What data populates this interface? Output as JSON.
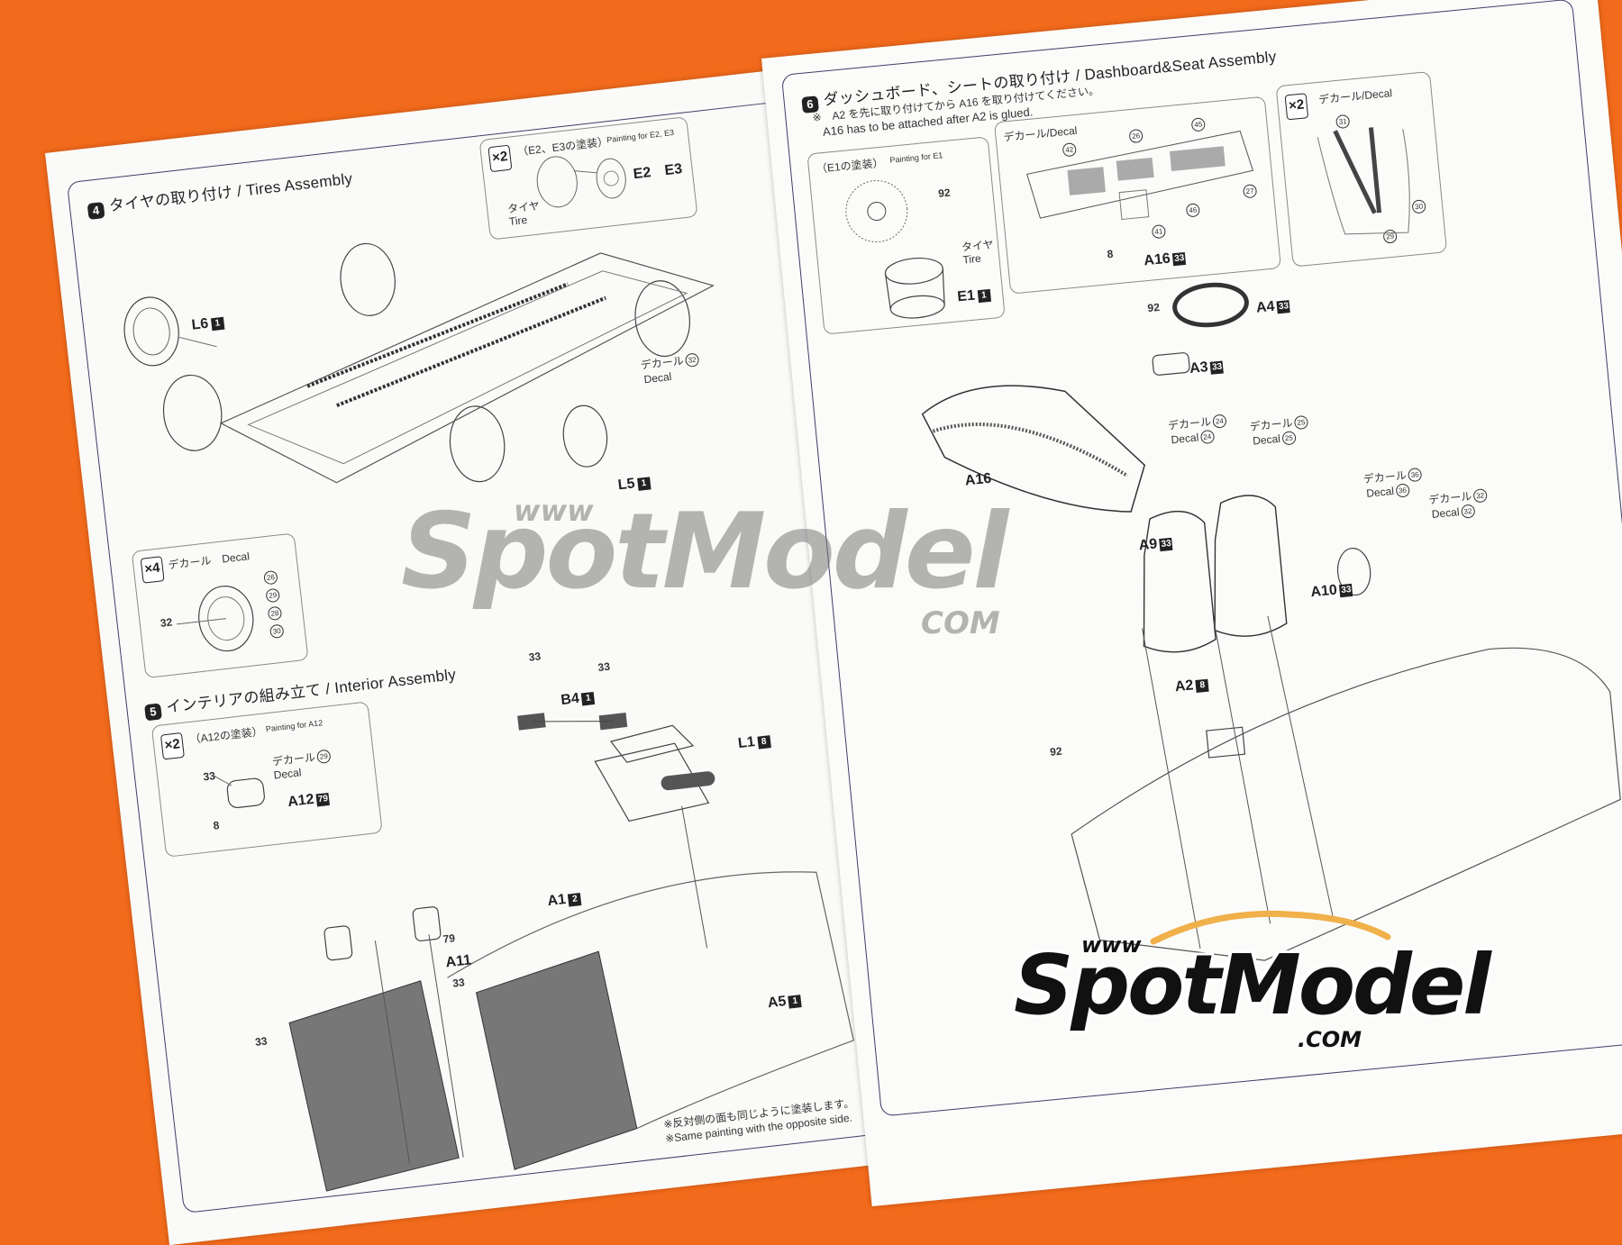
{
  "step4": {
    "num": "4",
    "title": "タイヤの取り付け / Tires Assembly",
    "paint_box": {
      "count": "×2",
      "caption": "（E2、E3の塗装）",
      "caption_en": "Painting for E2, E3",
      "tire_jp": "タイヤ",
      "tire_en": "Tire",
      "e2": "E2",
      "e3": "E3"
    },
    "labels": {
      "l6": "L6",
      "l5": "L5",
      "decal_jp": "デカール",
      "decal_en": "Decal",
      "decal_num": "32"
    },
    "decal_box": {
      "count": "×4",
      "caption": "デカール　Decal",
      "nums": [
        "26",
        "29",
        "28",
        "30"
      ],
      "left_num": "32"
    }
  },
  "step5": {
    "num": "5",
    "title": "インテリアの組み立て / Interior Assembly",
    "paint_box": {
      "count": "×2",
      "caption": "（A12の塗装）",
      "caption_en": "Painting for A12",
      "decal_jp": "デカール",
      "decal_en": "Decal",
      "decal_num": "29",
      "code_top": "33",
      "code_bottom": "8",
      "part": "A12",
      "part_code": "79"
    },
    "labels": {
      "b4": "B4",
      "l1": "L1",
      "l1_code": "8",
      "a1": "A1",
      "a1_code": "2",
      "a11": "A11",
      "a11_top": "79",
      "a11_bot": "33",
      "a5": "A5",
      "left_code": "33",
      "top_code": "33",
      "b4_code": "33"
    },
    "footnote_jp": "※反対側の面も同じように塗装します。",
    "footnote_en": "※Same painting with the opposite side."
  },
  "step6": {
    "num": "6",
    "title": "ダッシュボード、シートの取り付け / Dashboard&Seat Assembly",
    "note_jp": "※　A2 を先に取り付けてから A16 を取り付けてください。",
    "note_en": "A16 has to be attached after A2 is glued.",
    "e1_box": {
      "caption": "（E1の塗装）",
      "caption_en": "Painting for E1",
      "code": "92",
      "tire_jp": "タイヤ",
      "tire_en": "Tire",
      "part": "E1"
    },
    "dash_box": {
      "caption": "デカール/Decal",
      "nums": [
        "42",
        "26",
        "45",
        "46",
        "41",
        "27"
      ],
      "code": "8",
      "part": "A16"
    },
    "belt_box": {
      "count": "×2",
      "caption": "デカール/Decal",
      "nums": [
        "31",
        "30",
        "29"
      ]
    },
    "labels": {
      "a4": "A4",
      "a4_code": "33",
      "a3": "A3",
      "a3_code": "33",
      "a16": "A16",
      "a9": "A9",
      "a9_code": "33",
      "a10": "A10",
      "a10_code": "33",
      "a2": "A2",
      "a2_code": "8",
      "wheel_code": "92",
      "side_code": "92",
      "decal_jp": "デカール",
      "decal_en": "Decal",
      "d24": "24",
      "d25": "25",
      "d36": "36",
      "d32": "32"
    }
  },
  "watermark": {
    "www": "www",
    "main": "SpotModel",
    "com": "COM"
  },
  "logo": {
    "www": "www",
    "main": "SpotModel",
    "com": ".COM"
  },
  "colors": {
    "background": "#f26a1b",
    "paper": "#fafaf8",
    "frame": "#3b3f66",
    "ink": "#222222"
  }
}
